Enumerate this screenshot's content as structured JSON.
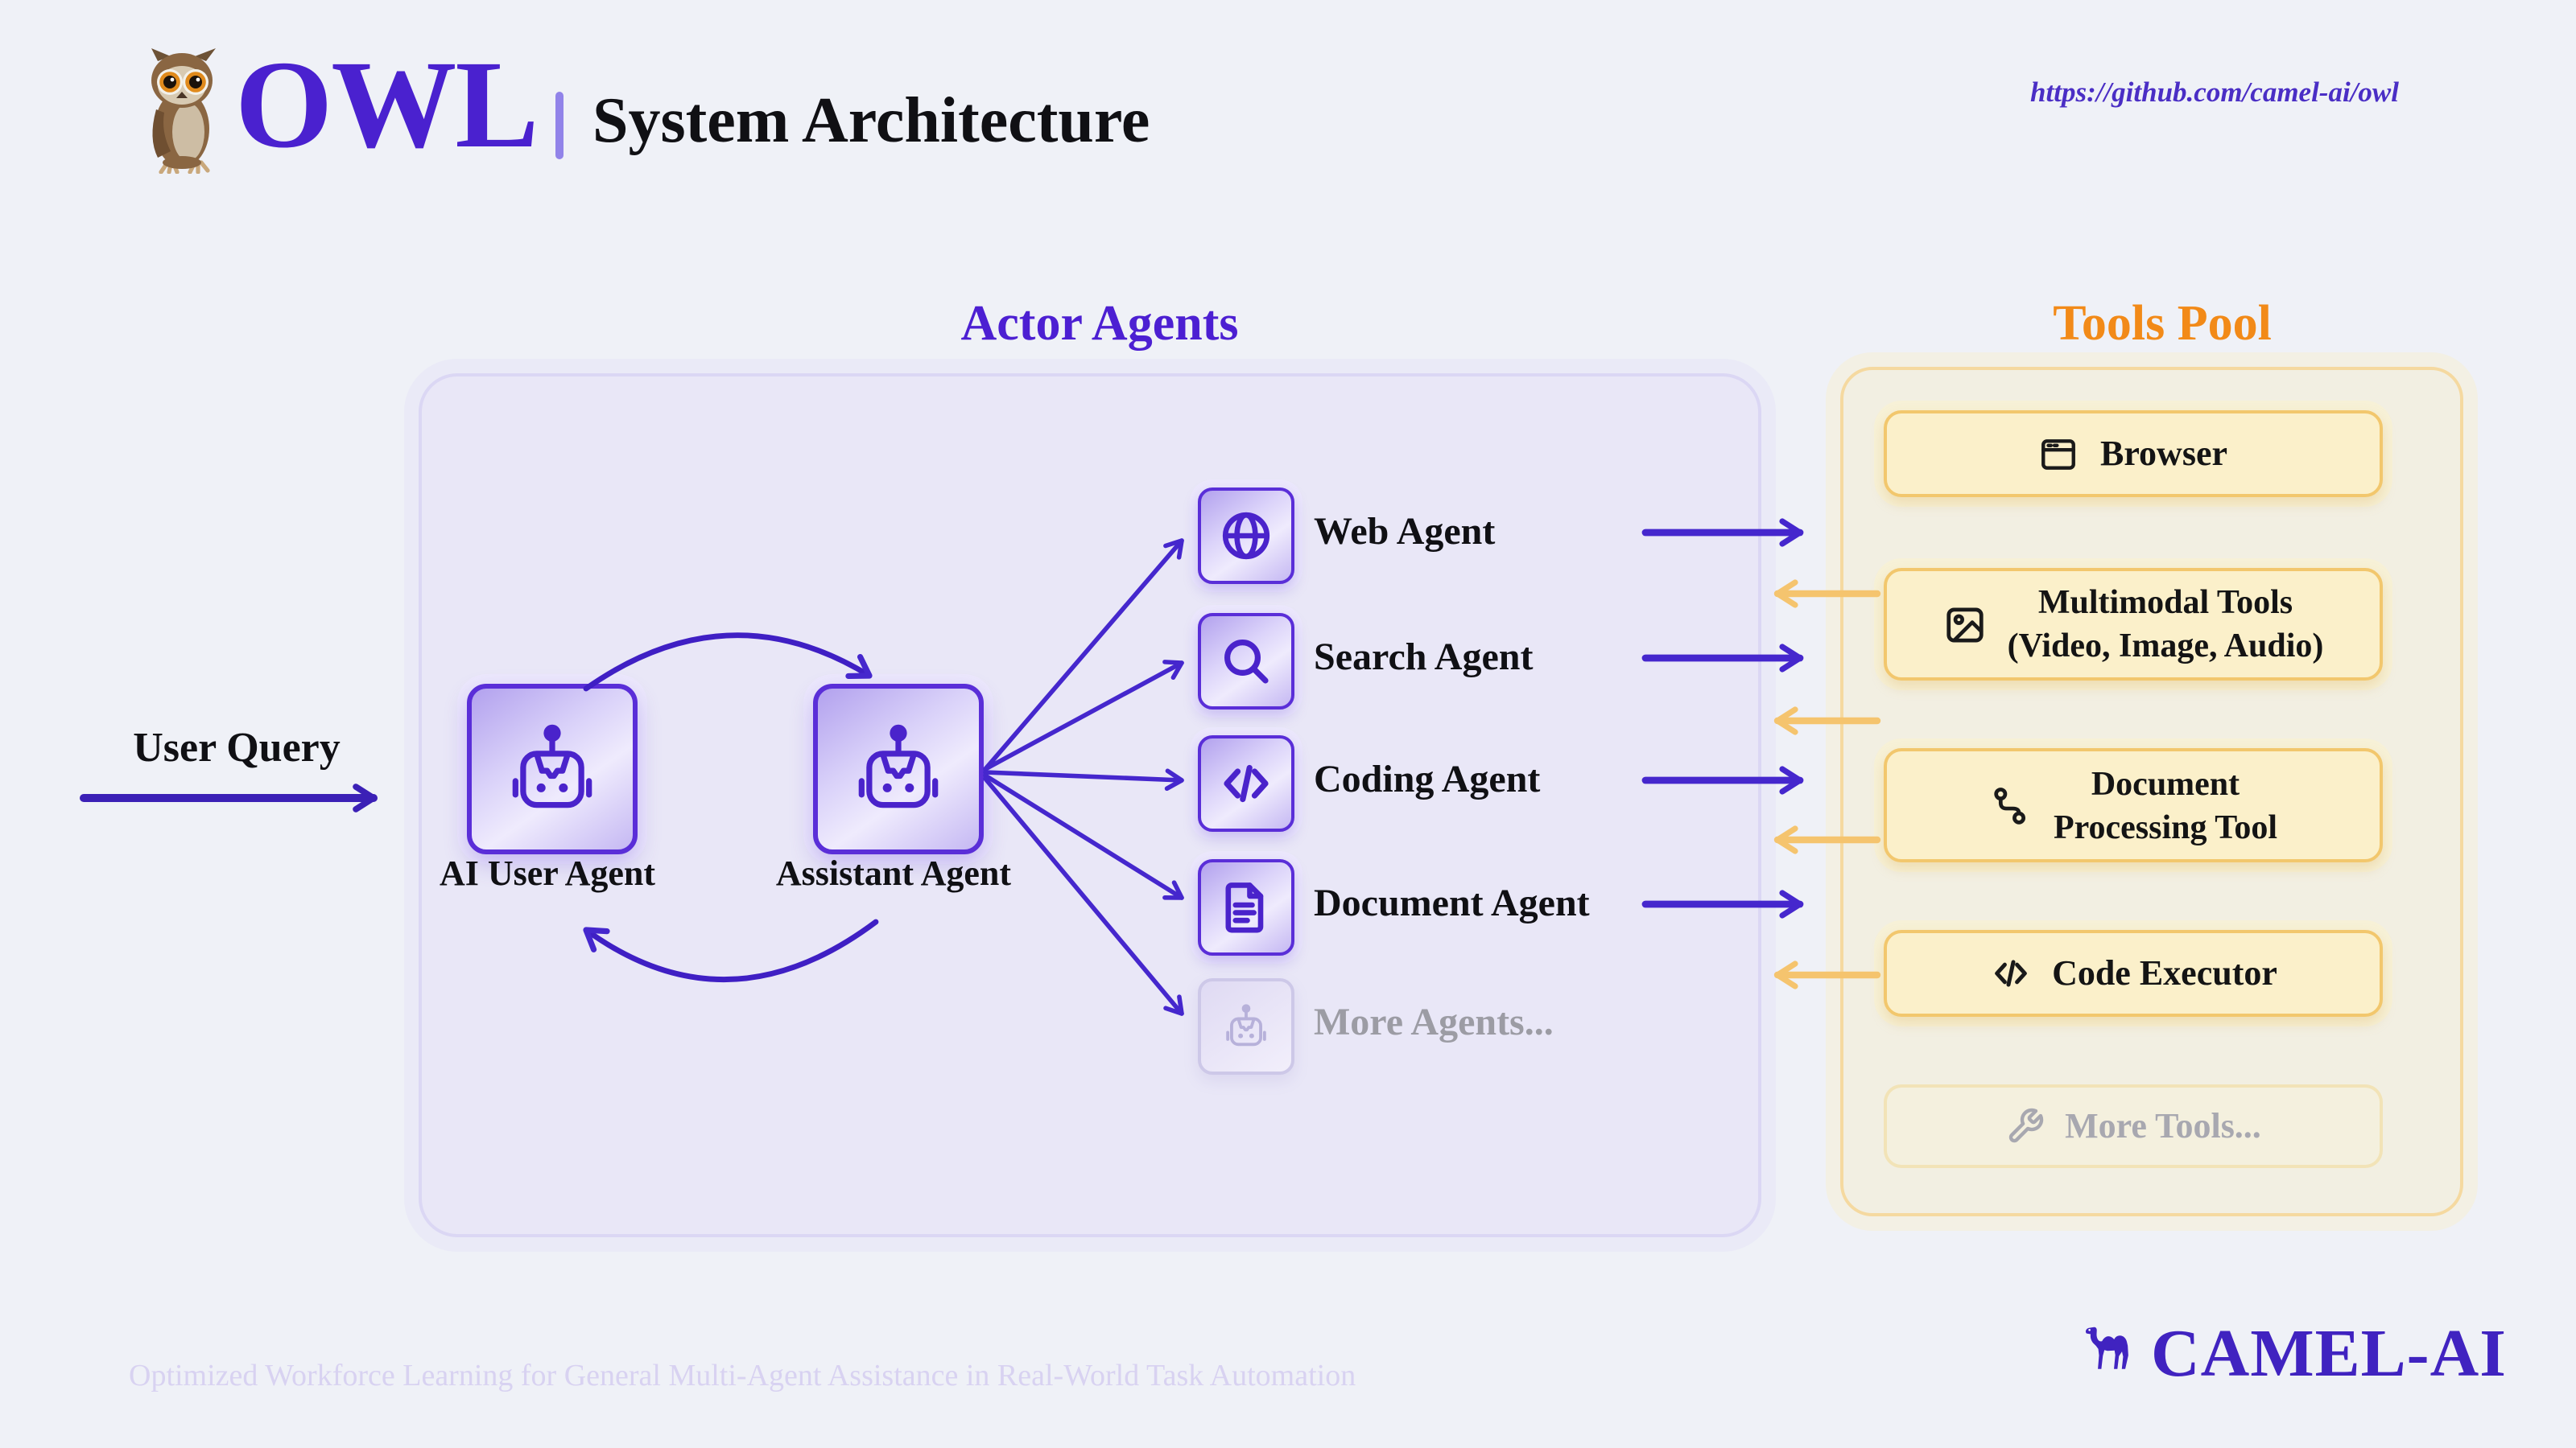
{
  "header": {
    "brand": "OWL",
    "divider": "|",
    "title": "System Architecture",
    "url": "https://github.com/camel-ai/owl",
    "logo_icon": "owl-icon"
  },
  "sections": {
    "actor_agents": {
      "title": "Actor Agents",
      "accent": "#4c1fd2"
    },
    "tools_pool": {
      "title": "Tools Pool",
      "accent": "#f28a18"
    }
  },
  "flow": {
    "user_query_label": "User Query"
  },
  "core_agents": {
    "ai_user": {
      "label": "AI User Agent",
      "icon": "robot-icon"
    },
    "assistant": {
      "label": "Assistant Agent",
      "icon": "robot-icon"
    }
  },
  "agents": {
    "items": [
      {
        "label": "Web Agent",
        "icon": "globe-icon",
        "muted": false
      },
      {
        "label": "Search Agent",
        "icon": "magnifier-icon",
        "muted": false
      },
      {
        "label": "Coding Agent",
        "icon": "code-icon",
        "muted": false
      },
      {
        "label": "Document Agent",
        "icon": "document-icon",
        "muted": false
      },
      {
        "label": "More Agents...",
        "icon": "robot-icon",
        "muted": true
      }
    ]
  },
  "tools": {
    "items": [
      {
        "line1": "Browser",
        "icon": "browser-window-icon",
        "muted": false
      },
      {
        "line1": "Multimodal Tools",
        "line2": "(Video, Image, Audio)",
        "icon": "image-icon",
        "muted": false
      },
      {
        "line1": "Document",
        "line2": "Processing Tool",
        "icon": "route-icon",
        "muted": false
      },
      {
        "line1": "Code Executor",
        "icon": "code-icon",
        "muted": false
      },
      {
        "line1": "More Tools...",
        "icon": "wrench-icon",
        "muted": true
      }
    ]
  },
  "footer": {
    "tagline": "Optimized Workforce Learning for General Multi-Agent Assistance in Real-World Task Automation",
    "brand": "CAMEL-AI",
    "brand_icon": "camel-icon"
  },
  "colors": {
    "background": "#eff1f7",
    "purple_primary": "#4a23cb",
    "purple_arrow": "#4527cd",
    "orange_title": "#f28a18",
    "orange_arrow": "#f5c46e",
    "actor_box_fill": "#e9e7f7",
    "tools_box_fill": "#f2efe2",
    "tool_card_fill": "#fbf0ca",
    "muted_gray": "#9c9ca4",
    "tagline_faint": "#d8d2f1"
  }
}
